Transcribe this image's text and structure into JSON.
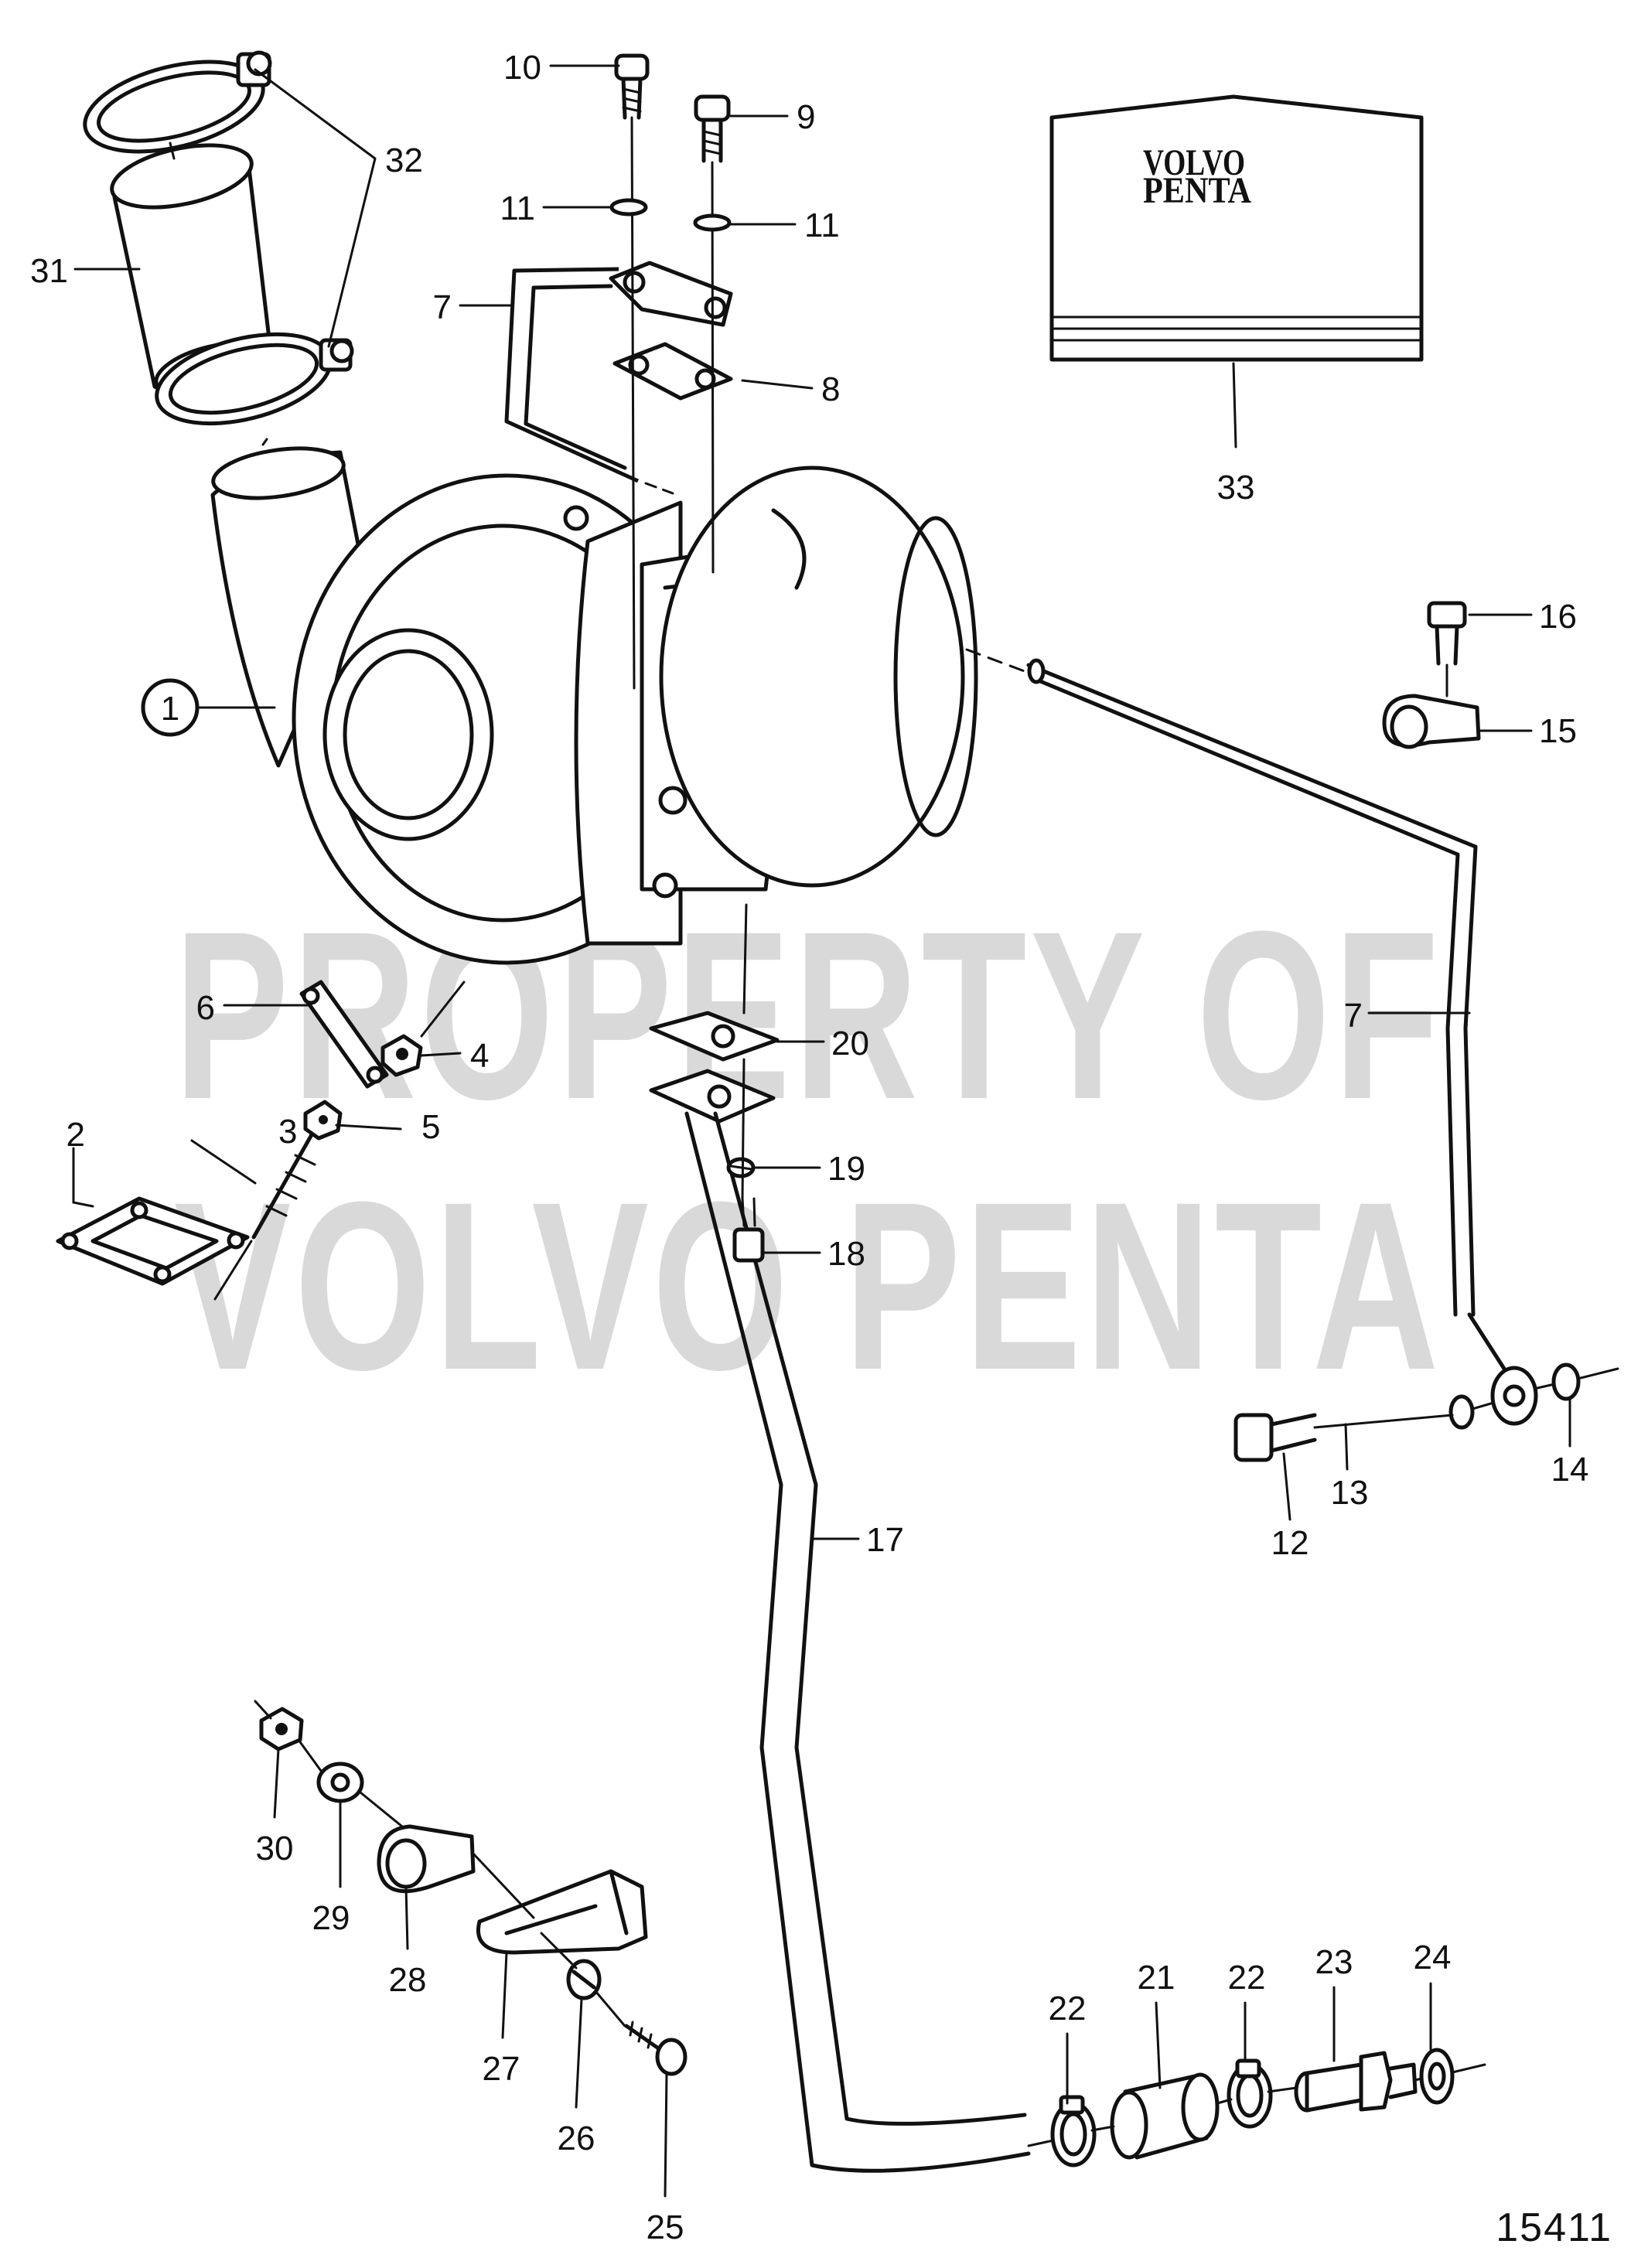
{
  "watermark": {
    "line1": "PROPERTY OF",
    "line2": "VOLVO PENTA"
  },
  "manual_brand": {
    "line1": "VOLVO",
    "line2": "PENTA"
  },
  "drawing_number": "15411",
  "callouts": [
    {
      "id": "p1",
      "label": "1",
      "circled": true
    },
    {
      "id": "p2",
      "label": "2"
    },
    {
      "id": "p3",
      "label": "3"
    },
    {
      "id": "p4",
      "label": "4"
    },
    {
      "id": "p5",
      "label": "5"
    },
    {
      "id": "p6",
      "label": "6"
    },
    {
      "id": "p7a",
      "label": "7"
    },
    {
      "id": "p7b",
      "label": "7"
    },
    {
      "id": "p8",
      "label": "8"
    },
    {
      "id": "p9",
      "label": "9"
    },
    {
      "id": "p10",
      "label": "10"
    },
    {
      "id": "p11a",
      "label": "11"
    },
    {
      "id": "p11b",
      "label": "11"
    },
    {
      "id": "p12",
      "label": "12"
    },
    {
      "id": "p13",
      "label": "13"
    },
    {
      "id": "p14",
      "label": "14"
    },
    {
      "id": "p15",
      "label": "15"
    },
    {
      "id": "p16",
      "label": "16"
    },
    {
      "id": "p17",
      "label": "17"
    },
    {
      "id": "p18",
      "label": "18"
    },
    {
      "id": "p19",
      "label": "19"
    },
    {
      "id": "p20",
      "label": "20"
    },
    {
      "id": "p21",
      "label": "21"
    },
    {
      "id": "p22a",
      "label": "22"
    },
    {
      "id": "p22b",
      "label": "22"
    },
    {
      "id": "p23",
      "label": "23"
    },
    {
      "id": "p24",
      "label": "24"
    },
    {
      "id": "p25",
      "label": "25"
    },
    {
      "id": "p26",
      "label": "26"
    },
    {
      "id": "p27",
      "label": "27"
    },
    {
      "id": "p28",
      "label": "28"
    },
    {
      "id": "p29",
      "label": "29"
    },
    {
      "id": "p30",
      "label": "30"
    },
    {
      "id": "p31",
      "label": "31"
    },
    {
      "id": "p32",
      "label": "32"
    },
    {
      "id": "p33",
      "label": "33"
    }
  ]
}
